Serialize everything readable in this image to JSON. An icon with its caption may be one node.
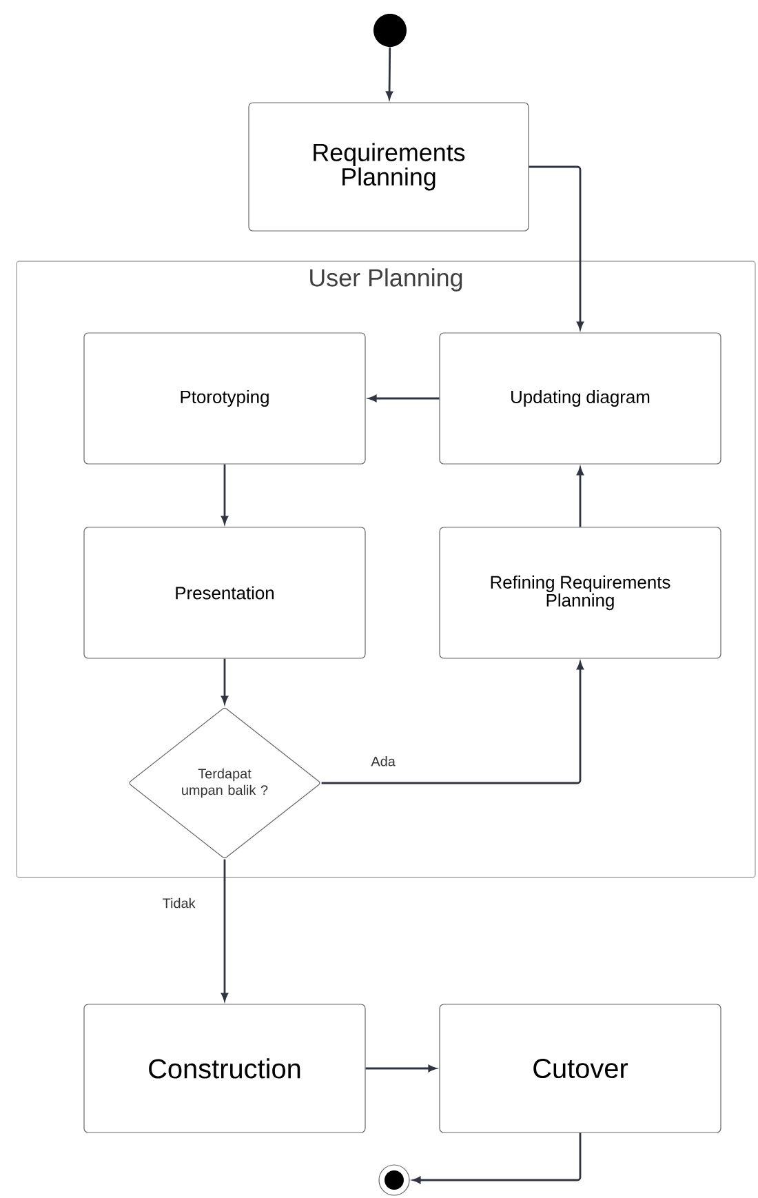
{
  "diagram": {
    "nodes": [
      {
        "text": [],
        "shape": "circle"
      },
      {
        "text": [
          "Requirements Planning"
        ]
      },
      {
        "text": [
          "User Planning"
        ]
      },
      {
        "text": [
          "Ptorotyping"
        ],
        "in": 2
      },
      {
        "text": [
          "Updating diagram"
        ],
        "in": 2
      },
      {
        "text": [
          "Presentation"
        ],
        "in": 2
      },
      {
        "text": [
          "Refining Requirements Planning"
        ],
        "in": 2
      },
      {
        "text": [
          "Terdapat umpan balik ?"
        ],
        "in": 2
      },
      {
        "text": [
          "Construction"
        ]
      },
      {
        "text": [
          "Cutover"
        ]
      },
      {
        "text": [],
        "shape": "circle"
      }
    ],
    "edges": [
      {
        "from": 0,
        "to": 1,
        "arrow": "to"
      },
      {
        "from": 1,
        "to": 4,
        "arrow": "to"
      },
      {
        "from": 4,
        "to": 3,
        "arrow": "to"
      },
      {
        "from": 3,
        "to": 5,
        "arrow": "to"
      },
      {
        "from": 5,
        "to": 7,
        "arrow": "to"
      },
      {
        "from": 7,
        "to": 6,
        "arrow": "to",
        "label": "Ada"
      },
      {
        "from": 6,
        "to": 4,
        "arrow": "to"
      },
      {
        "from": 7,
        "to": 8,
        "arrow": "to",
        "label": "Tidak"
      },
      {
        "from": 8,
        "to": 9,
        "arrow": "to"
      },
      {
        "from": 9,
        "to": 10,
        "arrow": "to"
      }
    ]
  }
}
